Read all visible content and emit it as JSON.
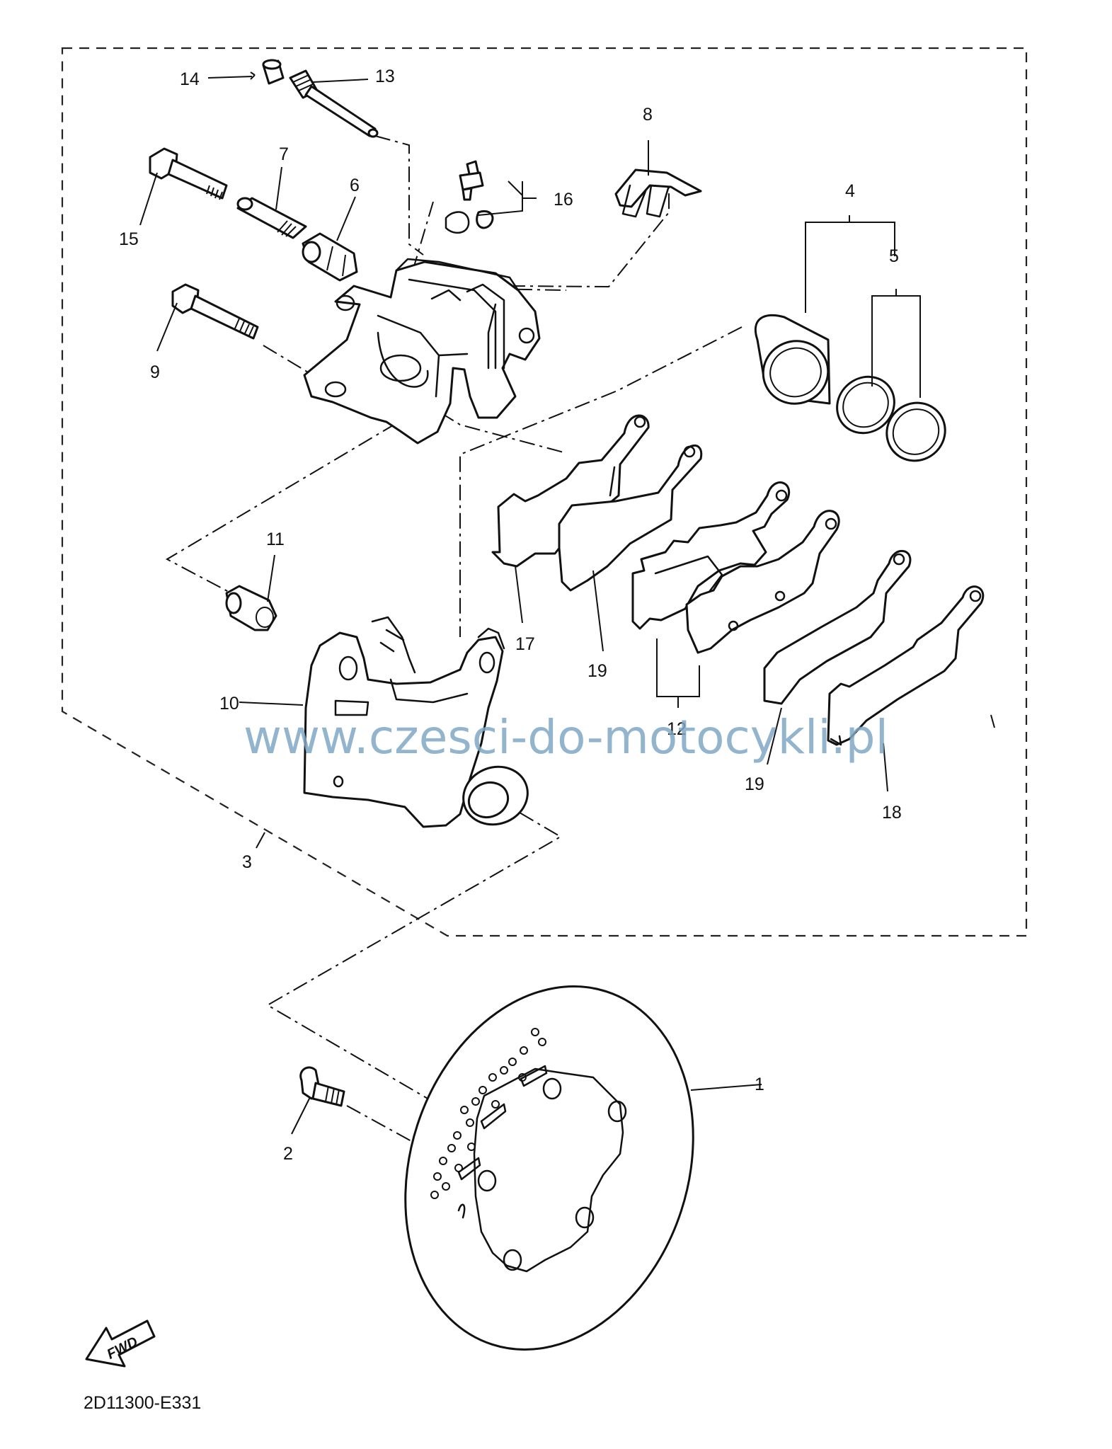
{
  "diagram_code": "2D11300-E331",
  "watermark": "www.czesci-do-motocykli.pl",
  "direction_badge": "FWD",
  "part_labels": {
    "p1": "1",
    "p2": "2",
    "p3": "3",
    "p4": "4",
    "p5": "5",
    "p6": "6",
    "p7": "7",
    "p8": "8",
    "p9": "9",
    "p10": "10",
    "p11": "11",
    "p12": "12",
    "p13": "13",
    "p14": "14",
    "p15": "15",
    "p16": "16",
    "p17": "17",
    "p18": "18",
    "p19a": "19",
    "p19b": "19"
  },
  "icons": {
    "direction": "fwd-arrow-icon"
  }
}
